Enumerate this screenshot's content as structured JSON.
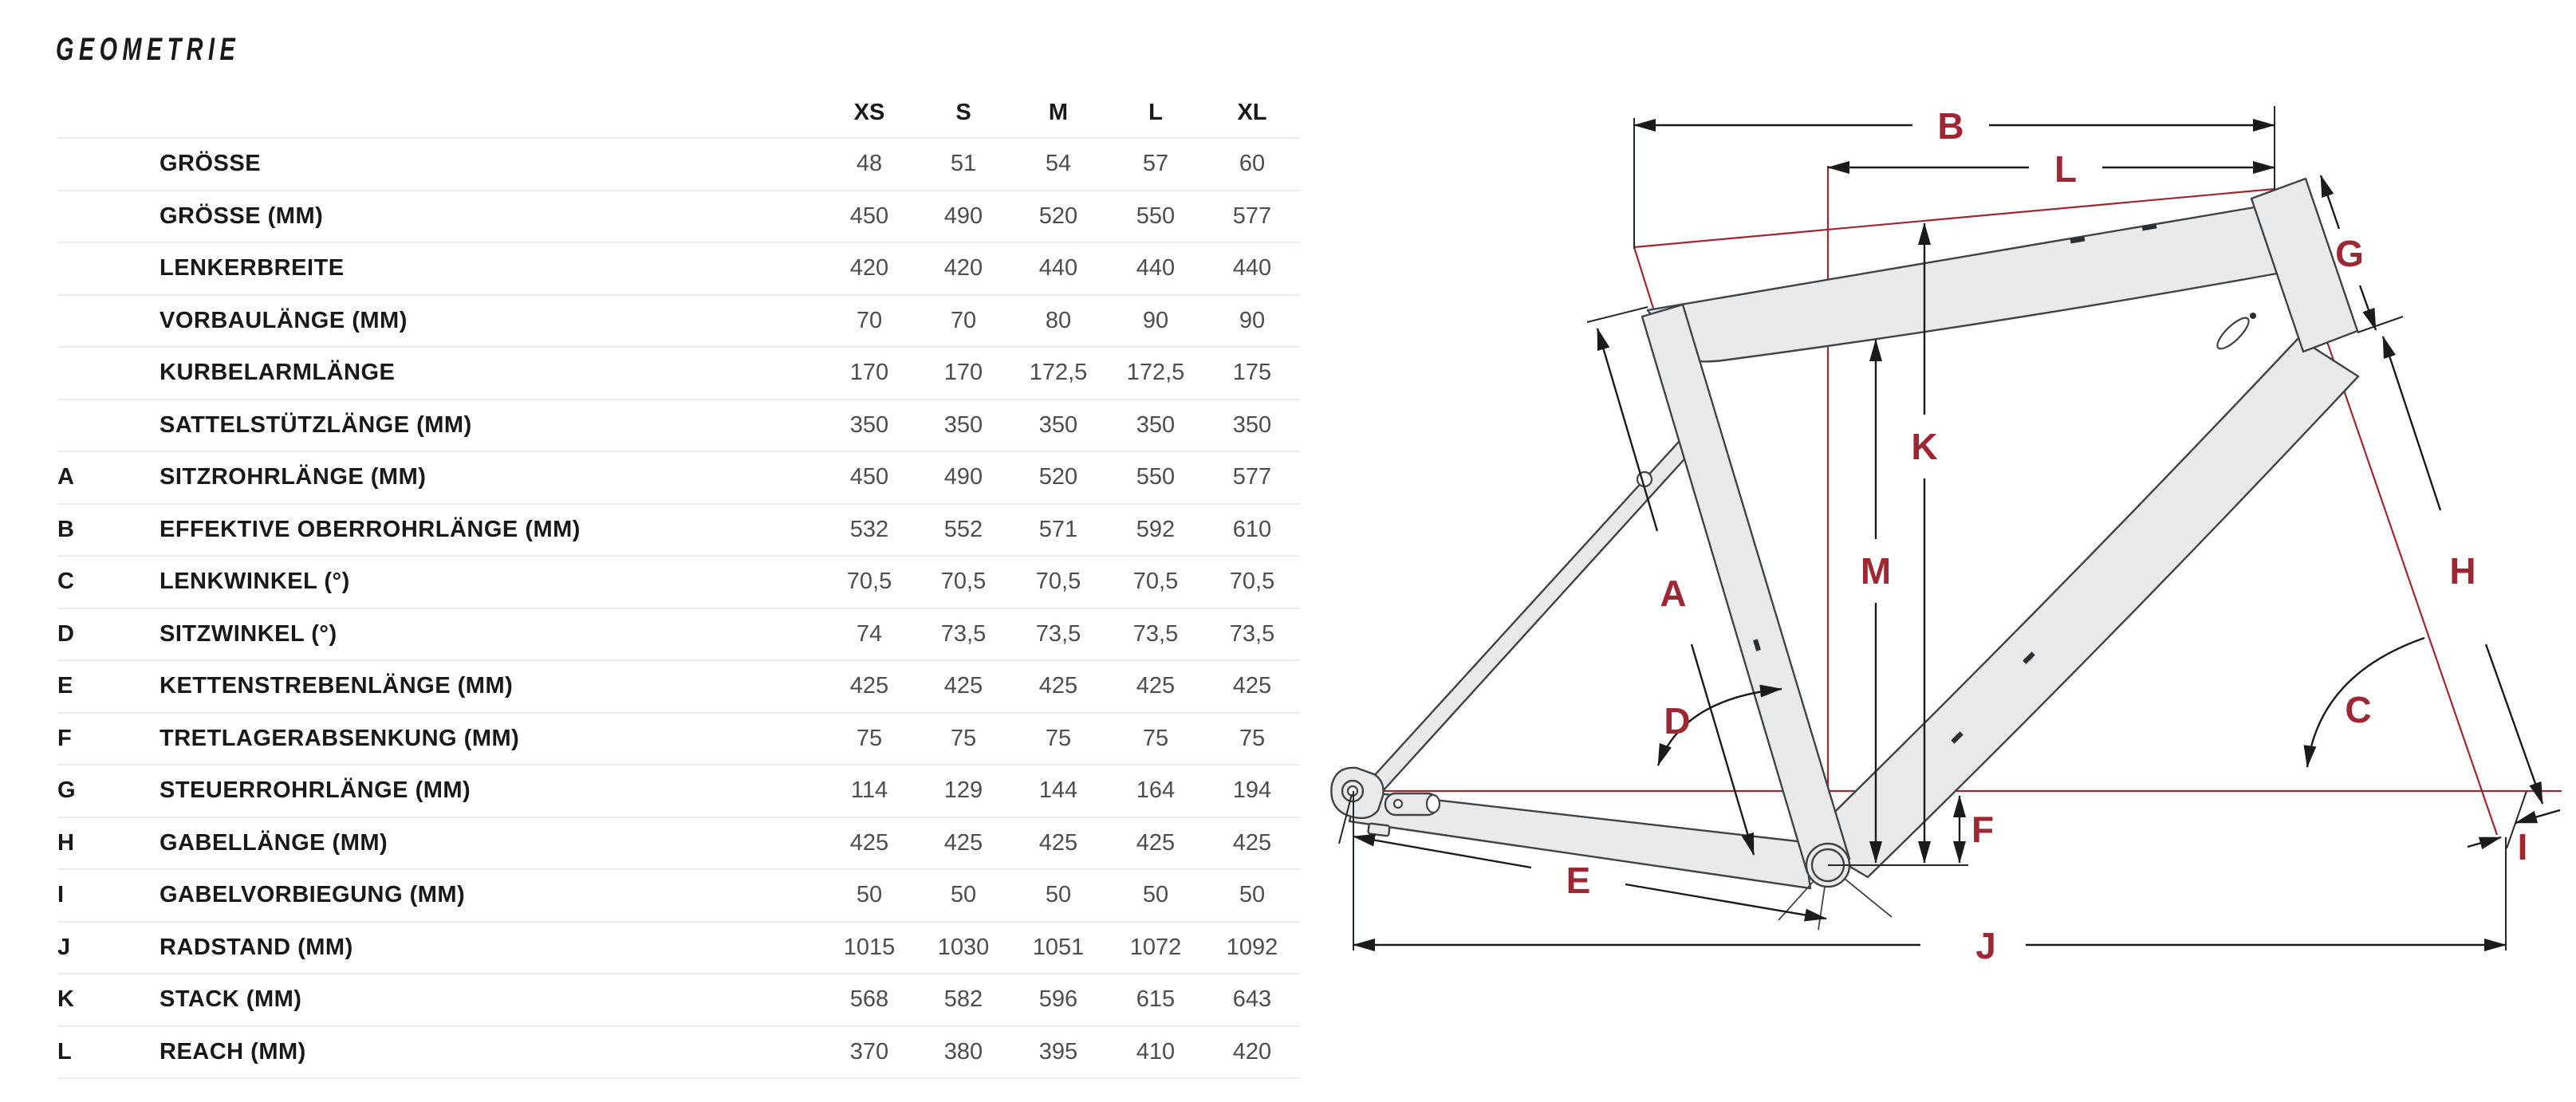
{
  "page": {
    "title": "GEOMETRIE"
  },
  "table": {
    "size_headers": [
      "XS",
      "S",
      "M",
      "L",
      "XL"
    ],
    "rows": [
      {
        "letter": "",
        "label": "GRÖSSE",
        "values": [
          "48",
          "51",
          "54",
          "57",
          "60"
        ]
      },
      {
        "letter": "",
        "label": "GRÖSSE (MM)",
        "values": [
          "450",
          "490",
          "520",
          "550",
          "577"
        ]
      },
      {
        "letter": "",
        "label": "LENKERBREITE",
        "values": [
          "420",
          "420",
          "440",
          "440",
          "440"
        ]
      },
      {
        "letter": "",
        "label": "VORBAULÄNGE (MM)",
        "values": [
          "70",
          "70",
          "80",
          "90",
          "90"
        ]
      },
      {
        "letter": "",
        "label": "KURBELARMLÄNGE",
        "values": [
          "170",
          "170",
          "172,5",
          "172,5",
          "175"
        ]
      },
      {
        "letter": "",
        "label": "SATTELSTÜTZLÄNGE (MM)",
        "values": [
          "350",
          "350",
          "350",
          "350",
          "350"
        ]
      },
      {
        "letter": "A",
        "label": "SITZROHRLÄNGE (MM)",
        "values": [
          "450",
          "490",
          "520",
          "550",
          "577"
        ]
      },
      {
        "letter": "B",
        "label": "EFFEKTIVE OBERROHRLÄNGE (MM)",
        "values": [
          "532",
          "552",
          "571",
          "592",
          "610"
        ]
      },
      {
        "letter": "C",
        "label": "LENKWINKEL (°)",
        "values": [
          "70,5",
          "70,5",
          "70,5",
          "70,5",
          "70,5"
        ]
      },
      {
        "letter": "D",
        "label": "SITZWINKEL (°)",
        "values": [
          "74",
          "73,5",
          "73,5",
          "73,5",
          "73,5"
        ]
      },
      {
        "letter": "E",
        "label": "KETTENSTREBENLÄNGE (MM)",
        "values": [
          "425",
          "425",
          "425",
          "425",
          "425"
        ]
      },
      {
        "letter": "F",
        "label": "TRETLAGERABSENKUNG (MM)",
        "values": [
          "75",
          "75",
          "75",
          "75",
          "75"
        ]
      },
      {
        "letter": "G",
        "label": "STEUERROHRLÄNGE (MM)",
        "values": [
          "114",
          "129",
          "144",
          "164",
          "194"
        ]
      },
      {
        "letter": "H",
        "label": "GABELLÄNGE (MM)",
        "values": [
          "425",
          "425",
          "425",
          "425",
          "425"
        ]
      },
      {
        "letter": "I",
        "label": "GABELVORBIEGUNG (MM)",
        "values": [
          "50",
          "50",
          "50",
          "50",
          "50"
        ]
      },
      {
        "letter": "J",
        "label": "RADSTAND (MM)",
        "values": [
          "1015",
          "1030",
          "1051",
          "1072",
          "1092"
        ]
      },
      {
        "letter": "K",
        "label": "STACK (MM)",
        "values": [
          "568",
          "582",
          "596",
          "615",
          "643"
        ]
      },
      {
        "letter": "L",
        "label": "REACH (MM)",
        "values": [
          "370",
          "380",
          "395",
          "410",
          "420"
        ]
      }
    ]
  },
  "diagram": {
    "labels": {
      "A": "A",
      "B": "B",
      "C": "C",
      "D": "D",
      "E": "E",
      "F": "F",
      "G": "G",
      "H": "H",
      "I": "I",
      "J": "J",
      "K": "K",
      "L": "L",
      "M": "M"
    }
  },
  "colors": {
    "accent": "#9e2733",
    "frame_fill": "#e9e9e9",
    "frame_stroke": "#3e4347",
    "dimension": "#1b1b1b",
    "divider": "#ededed",
    "value_text": "#4d4d4d"
  }
}
